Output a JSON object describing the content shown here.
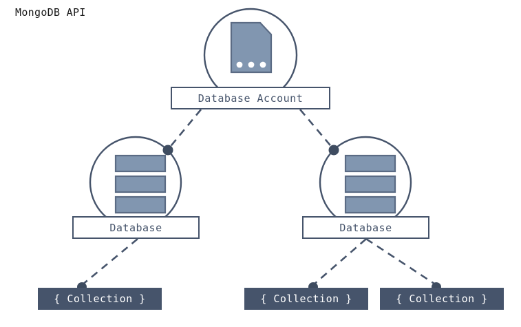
{
  "page": {
    "title": "MongoDB API",
    "background_color": "#ffffff"
  },
  "theme": {
    "stroke_color": "#46546b",
    "icon_fill": "#8196b0",
    "icon_stroke": "#5b6b84",
    "text_color": "#46546b",
    "title_color": "#1a1a1a",
    "collection_fill": "#46546b",
    "collection_text": "#ffffff",
    "connector_style": "dashed"
  },
  "diagram": {
    "type": "hierarchy-tree",
    "nodes": [
      {
        "id": "database-account",
        "label": "Database Account",
        "level": 0,
        "icon": "document-icon",
        "shape": "circle-with-label-box"
      },
      {
        "id": "database-left",
        "label": "Database",
        "level": 1,
        "icon": "stacked-bars-icon",
        "shape": "circle-with-label-box"
      },
      {
        "id": "database-right",
        "label": "Database",
        "level": 1,
        "icon": "stacked-bars-icon",
        "shape": "circle-with-label-box"
      },
      {
        "id": "collection-1",
        "label": "{ Collection }",
        "level": 2,
        "shape": "filled-box"
      },
      {
        "id": "collection-2",
        "label": "{ Collection }",
        "level": 2,
        "shape": "filled-box"
      },
      {
        "id": "collection-3",
        "label": "{ Collection }",
        "level": 2,
        "shape": "filled-box"
      }
    ],
    "edges": [
      {
        "from": "database-account",
        "to": "database-left"
      },
      {
        "from": "database-account",
        "to": "database-right"
      },
      {
        "from": "database-left",
        "to": "collection-1"
      },
      {
        "from": "database-right",
        "to": "collection-2"
      },
      {
        "from": "database-right",
        "to": "collection-3"
      }
    ]
  }
}
